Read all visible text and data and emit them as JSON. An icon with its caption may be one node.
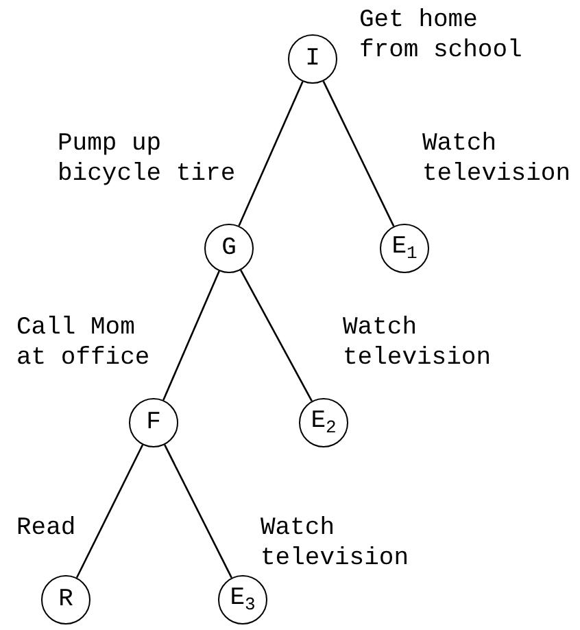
{
  "diagram": {
    "nodes": [
      {
        "text": [
          "I"
        ],
        "beside": [
          "Get home from school"
        ]
      },
      {
        "text": [
          "G"
        ]
      },
      {
        "text": [
          "E$_{1}$"
        ]
      },
      {
        "text": [
          "F"
        ]
      },
      {
        "text": [
          "E$_{2}$"
        ]
      },
      {
        "text": [
          "R"
        ]
      },
      {
        "text": [
          "E$_{3}$"
        ]
      }
    ],
    "edges": [
      {
        "from": 0,
        "to": 1,
        "arrow": "none",
        "label": "Pump up bicycle tire"
      },
      {
        "from": 0,
        "to": 2,
        "arrow": "none",
        "label": "Watch television"
      },
      {
        "from": 1,
        "to": 3,
        "arrow": "none",
        "label": "Call Mom at office"
      },
      {
        "from": 1,
        "to": 4,
        "arrow": "none",
        "label": "Watch television"
      },
      {
        "from": 3,
        "to": 5,
        "arrow": "none",
        "label": "Read"
      },
      {
        "from": 3,
        "to": 6,
        "arrow": "none",
        "label": "Watch television"
      }
    ]
  }
}
